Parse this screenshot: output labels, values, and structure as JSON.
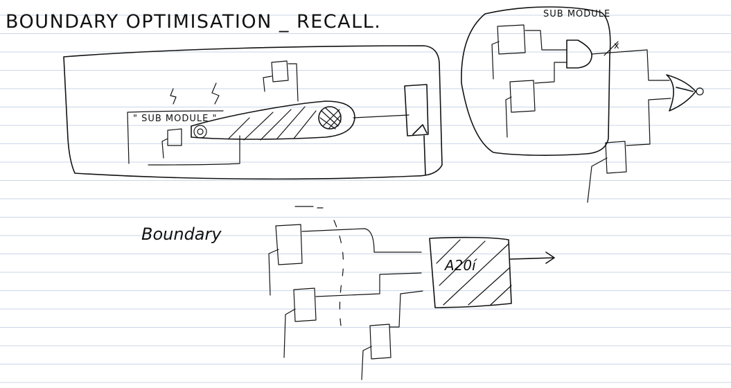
{
  "title": "BOUNDARY OPTIMISATION _ RECALL.",
  "diagram_labels": {
    "submodule_left": "\" SUB MODULE \"",
    "submodule_right": "SUB MODULE",
    "boundary": "Boundary",
    "block": "A20í",
    "x_mark": "x"
  },
  "colors": {
    "ink": "#111111",
    "ruled_lines": "#c9d6e6",
    "paper": "#ffffff"
  }
}
